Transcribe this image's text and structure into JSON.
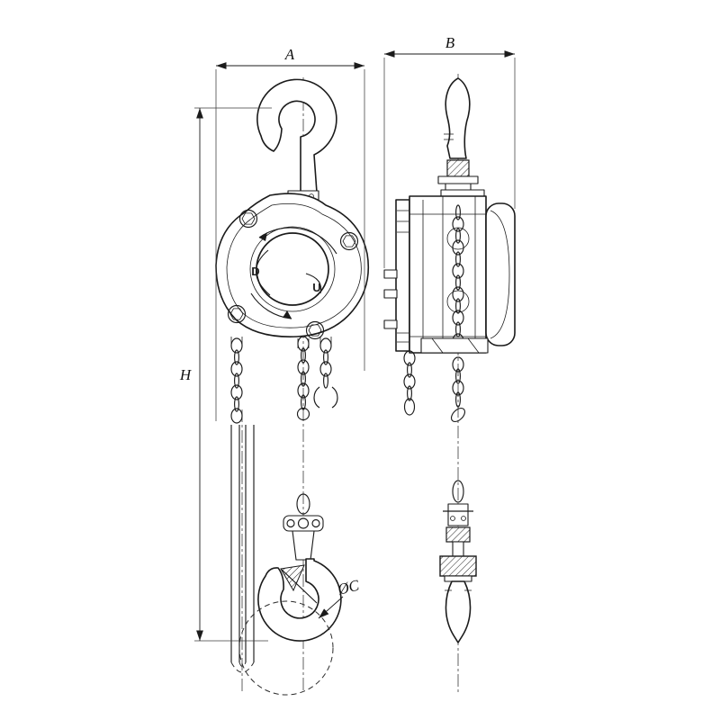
{
  "labels": {
    "dim_width_front": "A",
    "dim_width_side": "B",
    "dim_height": "H",
    "dim_hook_diameter": "ØC",
    "housing_mark_d": "D",
    "housing_mark_u": "U"
  },
  "colors": {
    "line": "#1b1b1b",
    "background": "#ffffff"
  }
}
